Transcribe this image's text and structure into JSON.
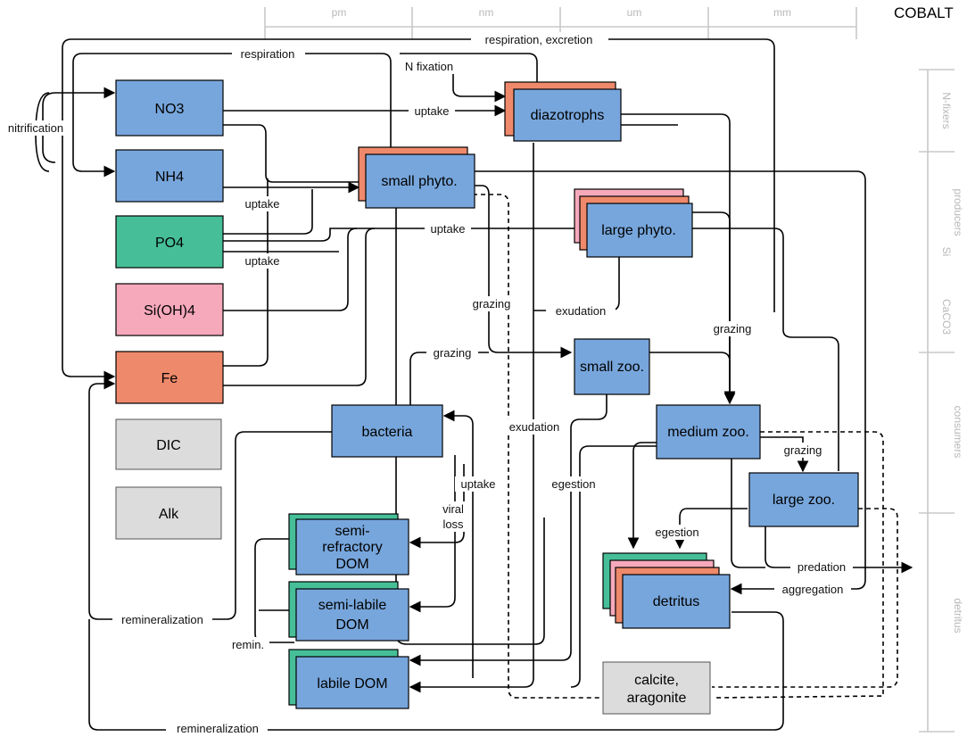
{
  "title": "COBALT",
  "size_scale": [
    "pm",
    "nm",
    "um",
    "mm"
  ],
  "groups": [
    "N-fixers",
    "producers",
    "Si",
    "CaCO3",
    "consumers",
    "detritus"
  ],
  "colors": {
    "blue": "#77a6dc",
    "green": "#46bf98",
    "pink": "#f7a9bc",
    "orange": "#ef896b",
    "gray": "#dcdcdc",
    "axis": "#c8c8c8",
    "line": "#000000"
  },
  "boxes": {
    "no3": "NO3",
    "nh4": "NH4",
    "po4": "PO4",
    "sioh4": "Si(OH)4",
    "fe": "Fe",
    "dic": "DIC",
    "alk": "Alk",
    "diazotrophs": "diazotrophs",
    "small_phyto": "small phyto.",
    "large_phyto": "large phyto.",
    "small_zoo": "small zoo.",
    "medium_zoo": "medium zoo.",
    "large_zoo": "large zoo.",
    "bacteria": "bacteria",
    "srdom": [
      "semi-",
      "refractory",
      "DOM"
    ],
    "sldom": [
      "semi-labile",
      "DOM"
    ],
    "ldom": "labile DOM",
    "detritus": "detritus",
    "calcite": [
      "calcite,",
      "aragonite"
    ]
  },
  "labels": {
    "respiration": "respiration",
    "respiration_excretion": "respiration, excretion",
    "n_fixation": "N fixation",
    "nitrification": "nitrification",
    "uptake_top": "uptake",
    "uptake_left": "uptake",
    "uptake_mid": "uptake",
    "uptake_fe": "uptake",
    "uptake_bact": "uptake",
    "grazing_small": "grazing",
    "grazing_left": "grazing",
    "grazing_large": "grazing",
    "grazing_medium": "grazing",
    "exudation_large": "exudation",
    "exudation_mid": "exudation",
    "viral_loss": [
      "viral",
      "loss"
    ],
    "egestion_medium": "egestion",
    "egestion_large": "egestion",
    "predation": "predation",
    "aggregation": "aggregation",
    "remineralization_left": "remineralization",
    "remineralization_bottom": "remineralization",
    "remin": "remin."
  }
}
